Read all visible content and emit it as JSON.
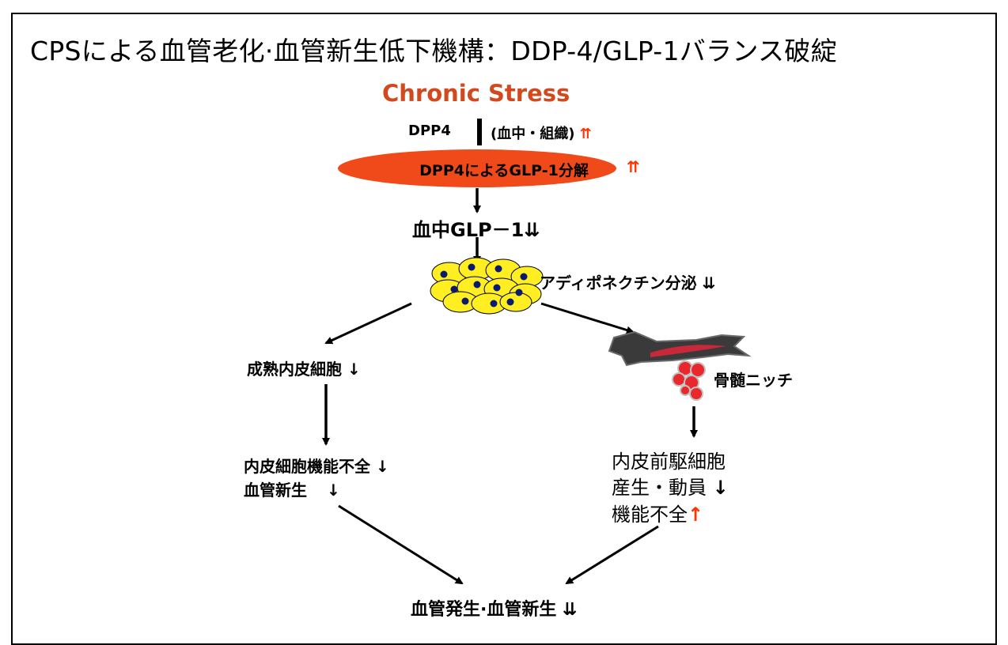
{
  "title": "CPSによる血管老化·血管新生低下機構：DDP-4/GLP-1バランス破綻",
  "top": {
    "stress": "Chronic Stress",
    "dpp4": "DPP4",
    "dpp4_location": "(血中・組織)",
    "dpp4_arrow": "⇈",
    "degradation": "DPP4によるGLP-1分解",
    "degradation_arrow": "⇈",
    "glp1": "血中GLP－1",
    "glp1_arrow": "⇊"
  },
  "adipocyte": {
    "label": "アディポネクチン分泌",
    "arrow": "⇊"
  },
  "left_branch": {
    "mature_ec": "成熟内皮細胞",
    "mature_ec_arrow": "↓",
    "dysfunction": "内皮細胞機能不全",
    "dysfunction_arrow": "↓",
    "angiogenesis": "血管新生",
    "angiogenesis_arrow": "↓"
  },
  "right_branch": {
    "niche": "骨髄ニッチ",
    "epc_line1": "内皮前駆細胞",
    "epc_line2": "産生・動員",
    "epc_line2_arrow": "↓",
    "epc_line3": "機能不全",
    "epc_line3_arrow": "↑"
  },
  "bottom": {
    "result": "血管発生·血管新生",
    "result_arrow": "⇊"
  },
  "colors": {
    "stress_text": "#d2491e",
    "ellipse_fill": "#f04a1a",
    "up_arrow": "#ff3300",
    "adipocyte_fill": "#ffee22",
    "nucleus": "#0a1a6e",
    "bone": "#3a3a3a",
    "marrow_cell": "#e8282c"
  }
}
